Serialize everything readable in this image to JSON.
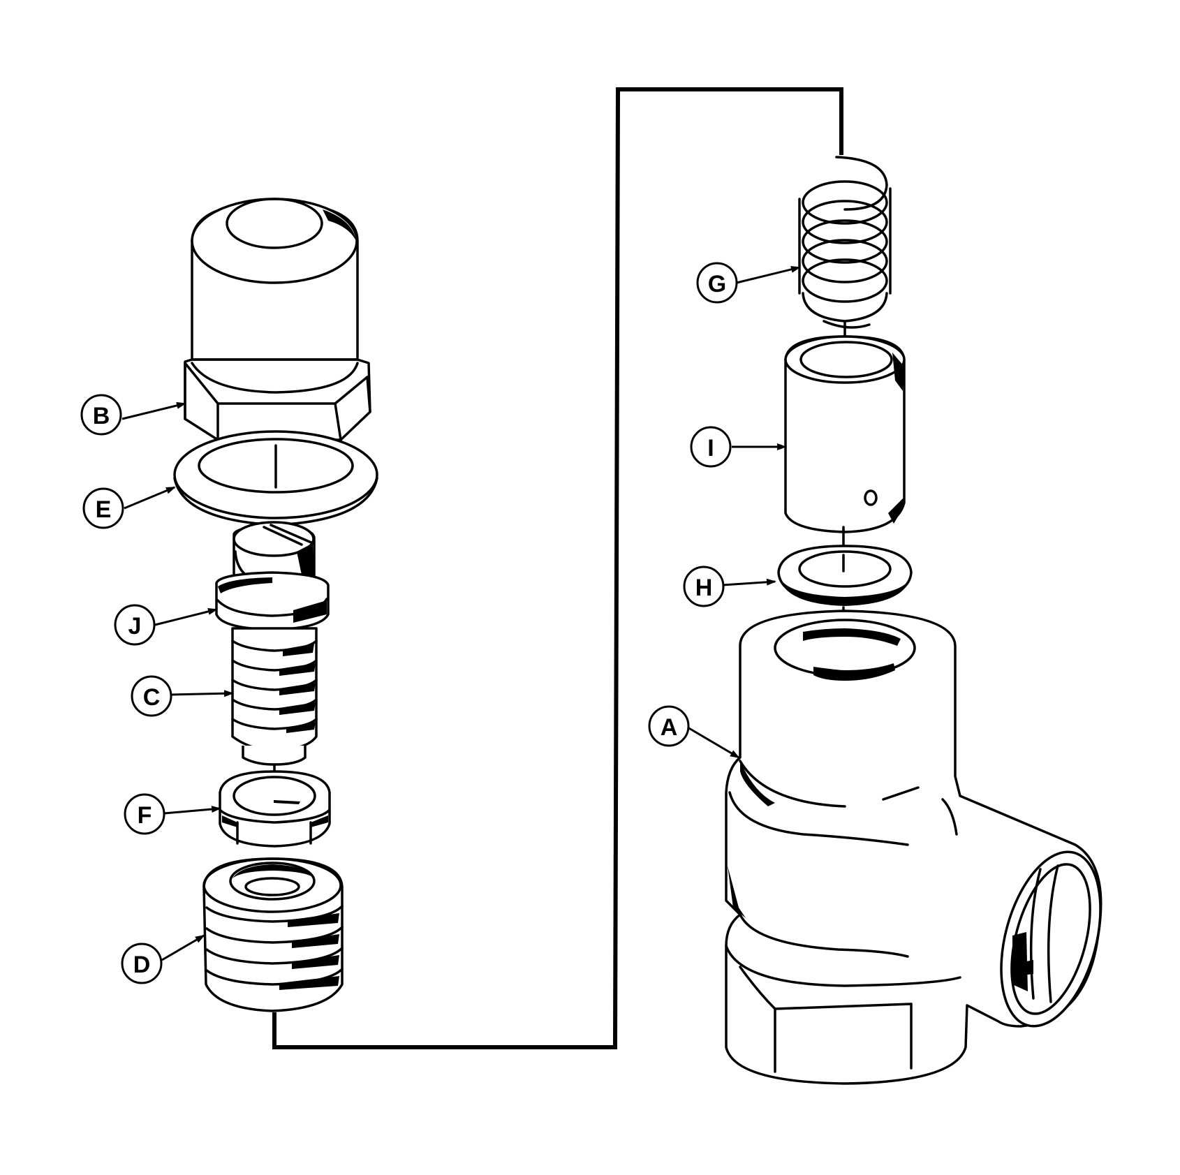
{
  "colors": {
    "ink": "#000000",
    "background": "#ffffff"
  },
  "callouts": {
    "A": "A",
    "B": "B",
    "C": "C",
    "D": "D",
    "E": "E",
    "F": "F",
    "G": "G",
    "H": "H",
    "I": "I",
    "J": "J"
  }
}
